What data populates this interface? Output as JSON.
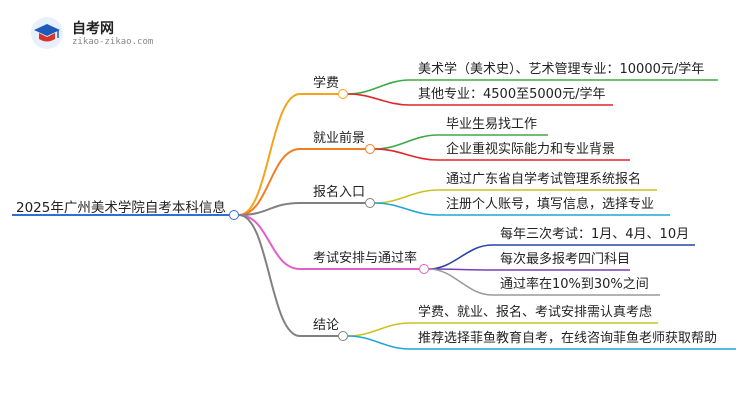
{
  "logo": {
    "icon": "graduation-cap-icon",
    "name": "自考网",
    "url": "zikao-zikao.com"
  },
  "root": {
    "label": "2025年广州美术学院自考本科信息",
    "color": "#2e6fd0"
  },
  "branches": [
    {
      "label": "学费",
      "color": "#f7a21b",
      "children": [
        {
          "label": "美术学（美术史）、艺术管理专业：10000元/学年",
          "color": "#3daa45"
        },
        {
          "label": "其他专业：4500至5000元/学年",
          "color": "#e0262a"
        }
      ]
    },
    {
      "label": "就业前景",
      "color": "#f47c20",
      "children": [
        {
          "label": "毕业生易找工作",
          "color": "#3daa45"
        },
        {
          "label": "企业重视实际能力和专业背景",
          "color": "#e0262a"
        }
      ]
    },
    {
      "label": "报名入口",
      "color": "#808080",
      "children": [
        {
          "label": "通过广东省自学考试管理系统报名",
          "color": "#c9c222"
        },
        {
          "label": "注册个人账号，填写信息，选择专业",
          "color": "#1fa6d6"
        }
      ]
    },
    {
      "label": "考试安排与通过率",
      "color": "#e35fc6",
      "children": [
        {
          "label": "每年三次考试：1月、4月、10月",
          "color": "#2545a8"
        },
        {
          "label": "每次最多报考四门科目",
          "color": "#7a3fb5"
        },
        {
          "label": "通过率在10%到30%之间",
          "color": "#9a9a9a"
        }
      ]
    },
    {
      "label": "结论",
      "color": "#808080",
      "children": [
        {
          "label": "学费、就业、报名、考试安排需认真考虑",
          "color": "#c9c222"
        },
        {
          "label": "推荐选择菲鱼教育自考，在线咨询菲鱼老师获取帮助",
          "color": "#1fa6d6"
        }
      ]
    }
  ]
}
